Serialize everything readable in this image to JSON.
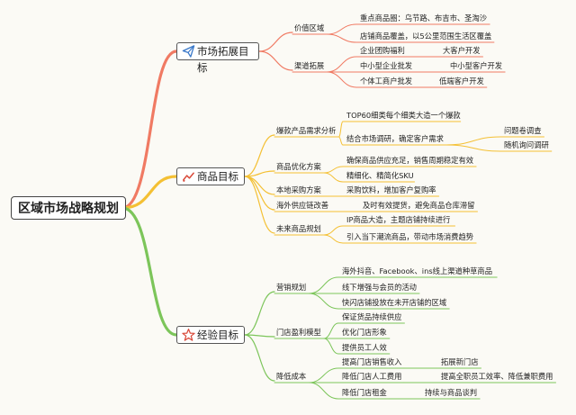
{
  "root": {
    "title": "区域市场战略规划"
  },
  "branches": [
    {
      "title": "市场拓展目标",
      "icon": "paper-plane-icon",
      "color": "#f07a63",
      "children": [
        {
          "label": "价值区域",
          "children": [
            {
              "label": "重点商品圈：乌节路、布吉市、圣淘沙"
            },
            {
              "label": "店铺商品覆盖，以5公里范围生活区覆盖"
            }
          ]
        },
        {
          "label": "渠道拓展",
          "children": [
            {
              "label": "企业团购福利",
              "children": [
                {
                  "label": "大客户开发"
                }
              ]
            },
            {
              "label": "中小型企业批发",
              "children": [
                {
                  "label": "中小型客户开发"
                }
              ]
            },
            {
              "label": "个体工商户批发",
              "children": [
                {
                  "label": "低端客户开发"
                }
              ]
            }
          ]
        }
      ]
    },
    {
      "title": "商品目标",
      "icon": "chart-line-icon",
      "color": "#f4c034",
      "children": [
        {
          "label": "爆款产品需求分析",
          "children": [
            {
              "label": "TOP60细类每个细类大造一个爆款"
            },
            {
              "label": "结合市场调研，确定客户需求",
              "children": [
                {
                  "label": "问题卷调查"
                },
                {
                  "label": "随机询问调研"
                }
              ]
            }
          ]
        },
        {
          "label": "商品优化方案",
          "children": [
            {
              "label": "确保商品供应充足，销售周期稳定有效"
            },
            {
              "label": "精细化、精简化SKU"
            }
          ]
        },
        {
          "label": "本地采购方案",
          "children": [
            {
              "label": "采购饮料，增加客户复购率"
            }
          ]
        },
        {
          "label": "海外供应链改善",
          "children": [
            {
              "label": "及时有效提货，避免商品仓库滞留"
            }
          ]
        },
        {
          "label": "未来商品规划",
          "children": [
            {
              "label": "IP商品大造，主题店铺持续进行"
            },
            {
              "label": "引入当下潮流商品，带动市场消费趋势"
            }
          ]
        }
      ]
    },
    {
      "title": "经验目标",
      "icon": "star-icon",
      "color": "#7cc55a",
      "children": [
        {
          "label": "营销规划",
          "children": [
            {
              "label": "海外抖音、Facebook、ins线上渠道种草商品"
            },
            {
              "label": "线下增强与会员的活动"
            },
            {
              "label": "快闪店铺投放在未开店铺的区域"
            }
          ]
        },
        {
          "label": "门店盈利模型",
          "children": [
            {
              "label": "保证货品持续供应"
            },
            {
              "label": "优化门店形象"
            },
            {
              "label": "提供员工人效"
            }
          ]
        },
        {
          "label": "降低成本",
          "children": [
            {
              "label": "提高门店销售收入",
              "children": [
                {
                  "label": "拓展新门店"
                }
              ]
            },
            {
              "label": "降低门店人工费用",
              "children": [
                {
                  "label": "提高全职员工效率、降低兼职费用"
                }
              ]
            },
            {
              "label": "降低门店租金",
              "children": [
                {
                  "label": "持续与商品谈判"
                }
              ]
            }
          ]
        }
      ]
    }
  ]
}
